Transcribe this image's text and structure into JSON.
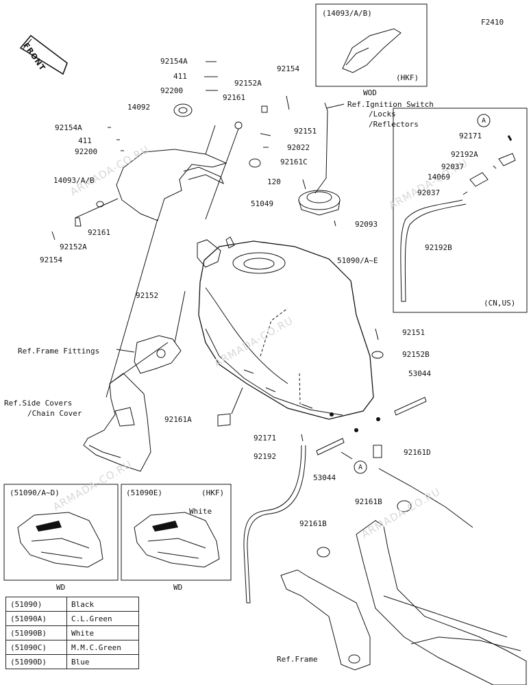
{
  "figure_id": "F2410",
  "front_label": "FRONT",
  "watermark": "ARMADA-CO.RU",
  "insets": {
    "top_right": {
      "title": "(14093/A/B)",
      "tag": "(HKF)",
      "caption": "WOD"
    },
    "cn_us": {
      "tag": "(CN,US)",
      "callout": "A"
    },
    "bottom_left": {
      "title": "(51090/A~D)",
      "caption": "WD"
    },
    "bottom_mid": {
      "title": "(51090E)",
      "tag": "(HKF)",
      "note": "White",
      "caption": "WD"
    }
  },
  "callout_a": "A",
  "labels": [
    "92154A",
    "411",
    "92200",
    "14092",
    "92154A",
    "411",
    "92200",
    "14093/A/B",
    "92154",
    "92152A",
    "92161",
    "92154",
    "92152A",
    "92161",
    "Ref.Ignition Switch",
    "/Locks",
    "/Reflectors",
    "92151",
    "92022",
    "92161C",
    "120",
    "51049",
    "92093",
    "51090/A~E",
    "92152",
    "Ref.Frame Fittings",
    "Ref.Side Covers",
    "/Chain Cover",
    "92161A",
    "92151",
    "92152B",
    "53044",
    "92171",
    "92192",
    "53044",
    "92161D",
    "92161B",
    "92161B",
    "Ref.Frame",
    "92171",
    "92192A",
    "92037",
    "14069",
    "92037",
    "92192B"
  ],
  "color_table": [
    {
      "code": "(51090)",
      "name": "Black"
    },
    {
      "code": "(51090A)",
      "name": "C.L.Green"
    },
    {
      "code": "(51090B)",
      "name": "White"
    },
    {
      "code": "(51090C)",
      "name": "M.M.C.Green"
    },
    {
      "code": "(51090D)",
      "name": "Blue"
    }
  ]
}
